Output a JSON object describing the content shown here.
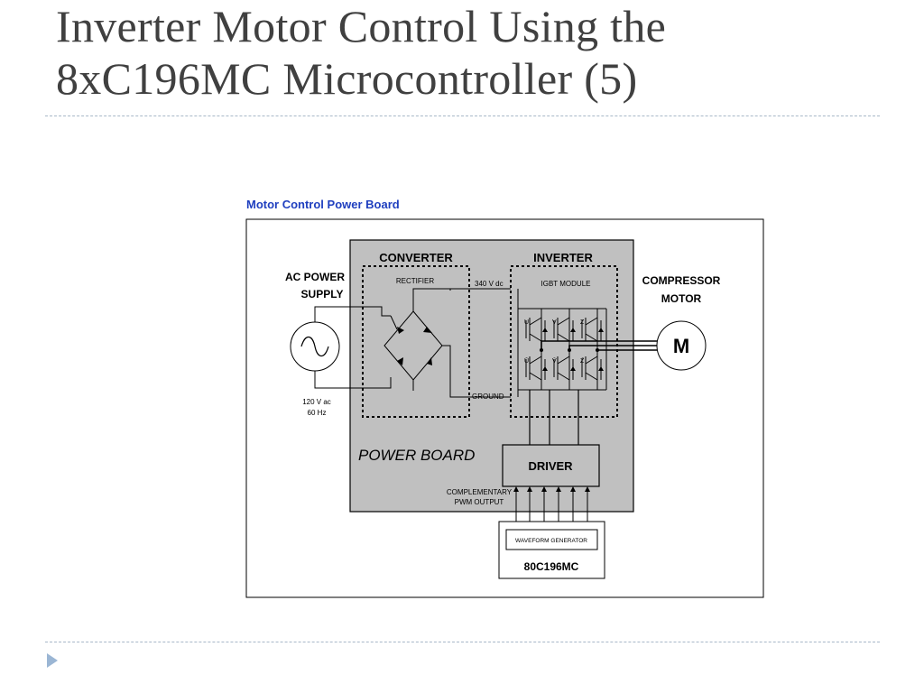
{
  "slide": {
    "title_line1": "Inverter Motor Control Using the",
    "title_line2": "8xC196MC Microcontroller (5)"
  },
  "figure": {
    "caption": "Motor Control Power Board",
    "ac_supply": {
      "label_line1": "AC POWER",
      "label_line2": "SUPPLY",
      "rating_line1": "120 V ac",
      "rating_line2": "60 Hz"
    },
    "converter": {
      "label": "CONVERTER",
      "rectifier_label": "RECTIFIER"
    },
    "dc_bus": {
      "voltage_label": "340 V dc",
      "ground_label": "GROUND"
    },
    "inverter": {
      "label": "INVERTER",
      "module_label": "IGBT MODULE",
      "phase_labels": [
        "U",
        "V",
        "Z"
      ],
      "phase_labels_low": [
        "Ū",
        "V̄",
        "Z̄"
      ]
    },
    "motor": {
      "label_line1": "COMPRESSOR",
      "label_line2": "MOTOR",
      "symbol": "M"
    },
    "power_board_label": "POWER BOARD",
    "driver_label": "DRIVER",
    "pwm": {
      "label_line1": "COMPLEMENTARY",
      "label_line2": "PWM OUTPUT"
    },
    "mcu": {
      "generator_label": "WAVEFORM GENERATOR",
      "chip_label": "80C196MC"
    }
  }
}
